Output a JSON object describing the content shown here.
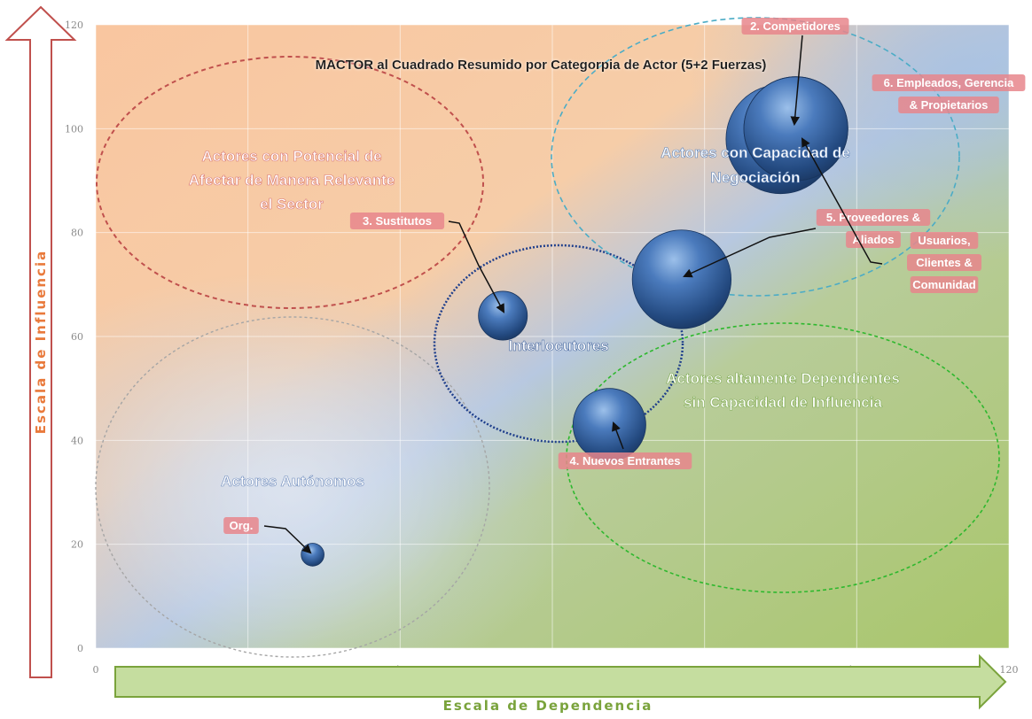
{
  "chart_data": {
    "type": "scatter",
    "title": "MACTOR al Cuadrado Resumido por Categorpia de Actor (5+2 Fuerzas)",
    "xlabel": "Escala de Dependencia",
    "ylabel": "Escala de Influencia",
    "xlim": [
      0,
      120
    ],
    "ylim": [
      0,
      120
    ],
    "x_ticks": [
      0,
      20,
      40,
      60,
      80,
      100,
      120
    ],
    "y_ticks": [
      0,
      20,
      40,
      60,
      80,
      100,
      120
    ],
    "grid": true,
    "bubbles": [
      {
        "label": "Org.",
        "x": 28.5,
        "y": 18,
        "r": 2.2
      },
      {
        "label": "3. Sustitutos",
        "x": 53.5,
        "y": 64,
        "r": 4.7
      },
      {
        "label": "4. Nuevos Entrantes",
        "x": 67.5,
        "y": 43,
        "r": 7.0
      },
      {
        "label": "5. Proveedores & Aliados",
        "x": 77,
        "y": 71,
        "r": 9.5
      },
      {
        "label": "Usuarios, Clientes & Comunidad",
        "x": 90,
        "y": 98,
        "r": 10.5
      },
      {
        "label": "2. Competidores",
        "x": 92,
        "y": 100,
        "r": 10.0
      },
      {
        "label": "6. Empleados, Gerencia & Propietarios",
        "x": 92,
        "y": 100,
        "r": 10.0
      }
    ],
    "zones": [
      {
        "label": "Actores con Potencial de Afectar de Manera Relevante el Sector",
        "color": "#c0504d"
      },
      {
        "label": "Actores con Capacidad de Negociación",
        "color": "#4bacc6"
      },
      {
        "label": "Interlocutores",
        "color": "#1f3f8c"
      },
      {
        "label": "Actores altamente Dependientes sin Capacidad de Influencia",
        "color": "#2eb82e"
      },
      {
        "label": "Actores Autónomos",
        "color": "#a0a0a0"
      }
    ],
    "colors": {
      "bubble": "#2e5c9e",
      "label_fill": "#e8868c",
      "x_arrow": "#9bbb59",
      "y_arrow": "#e97a3c",
      "bg_orange": "#f8c9a6",
      "bg_blue": "#aec3df",
      "bg_green": "#b2cc7e"
    }
  }
}
